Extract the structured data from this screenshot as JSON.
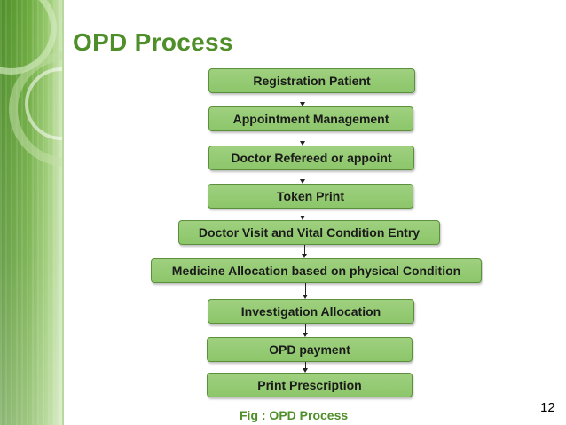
{
  "slide": {
    "title": "OPD Process",
    "caption": "Fig : OPD Process",
    "page_number": "12"
  },
  "flowchart": {
    "steps": [
      {
        "label": "Registration Patient"
      },
      {
        "label": "Appointment Management"
      },
      {
        "label": "Doctor Refereed or appoint"
      },
      {
        "label": "Token Print"
      },
      {
        "label": "Doctor Visit and Vital Condition Entry"
      },
      {
        "label": "Medicine Allocation based on physical Condition"
      },
      {
        "label": "Investigation Allocation"
      },
      {
        "label": "OPD payment"
      },
      {
        "label": "Print Prescription"
      }
    ]
  },
  "colors": {
    "accent_green": "#4f8f2a",
    "box_fill": "#8cc66a",
    "box_border": "#5b8f3c"
  }
}
